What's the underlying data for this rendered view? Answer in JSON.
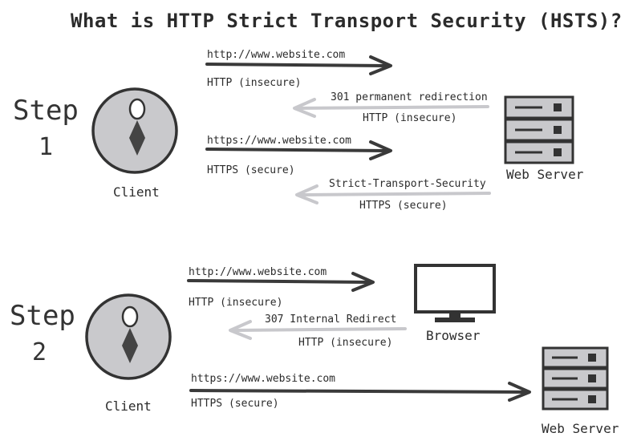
{
  "title": "What is HTTP Strict Transport Security (HSTS)?",
  "step1": {
    "step_label": "Step",
    "step_number": "1",
    "client_label": "Client",
    "server_label": "Web Server",
    "arrow1": {
      "url": "http://www.website.com",
      "protocol": "HTTP (insecure)"
    },
    "arrow2": {
      "message": "301 permanent redirection",
      "protocol": "HTTP (insecure)"
    },
    "arrow3": {
      "url": "https://www.website.com",
      "protocol": "HTTPS (secure)"
    },
    "arrow4": {
      "message": "Strict-Transport-Security",
      "protocol": "HTTPS (secure)"
    }
  },
  "step2": {
    "step_label": "Step",
    "step_number": "2",
    "client_label": "Client",
    "browser_label": "Browser",
    "server_label": "Web Server",
    "arrow1": {
      "url": "http://www.website.com",
      "protocol": "HTTP (insecure)"
    },
    "arrow2": {
      "message": "307 Internal Redirect",
      "protocol": "HTTP (insecure)"
    },
    "arrow3": {
      "url": "https://www.website.com",
      "protocol": "HTTPS (secure)"
    }
  },
  "colors": {
    "ink": "#333333",
    "client_fill": "#c9c9cc",
    "light_arrow": "#c8c8cc",
    "server_fill": "#c9c9cc"
  }
}
